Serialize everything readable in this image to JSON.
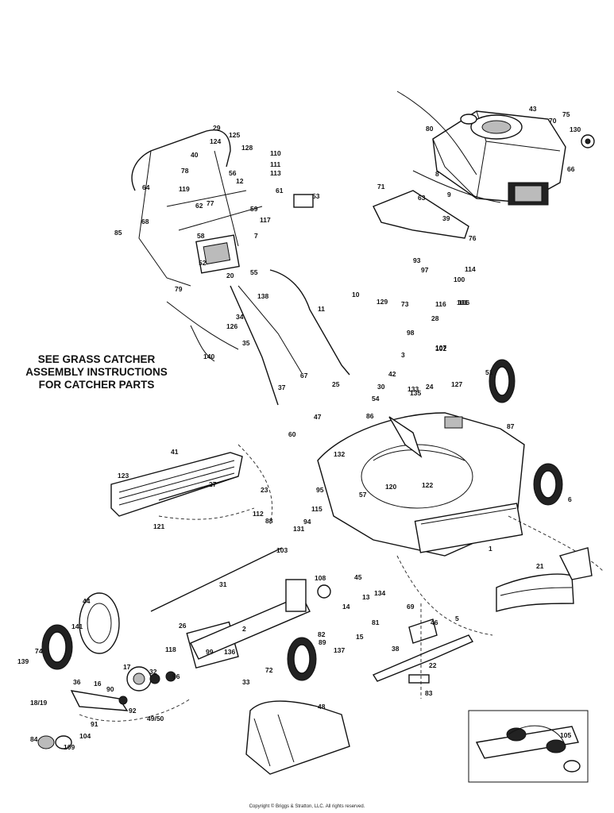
{
  "note": {
    "line1": "SEE GRASS CATCHER",
    "line2": "ASSEMBLY INSTRUCTIONS",
    "line3": "FOR CATCHER PARTS"
  },
  "copyright": "Copyright © Briggs & Stratton, LLC. All rights reserved.",
  "callouts": [
    "1",
    "2",
    "3",
    "5",
    "6",
    "7",
    "8",
    "9",
    "10",
    "11",
    "12",
    "13",
    "14",
    "15",
    "16",
    "17",
    "18/19",
    "20",
    "21",
    "22",
    "23",
    "24",
    "25",
    "26",
    "27",
    "28",
    "29",
    "30",
    "31",
    "32",
    "33",
    "34",
    "35",
    "36",
    "37",
    "38",
    "39",
    "40",
    "41",
    "42",
    "43",
    "44",
    "45",
    "46",
    "47",
    "48",
    "49/50",
    "51",
    "52",
    "53",
    "54",
    "55",
    "56",
    "57",
    "58",
    "59",
    "60",
    "61",
    "62",
    "63",
    "64",
    "66",
    "67",
    "68",
    "69",
    "70",
    "71",
    "72",
    "73",
    "74",
    "75",
    "76",
    "77",
    "78",
    "79",
    "80",
    "81",
    "82",
    "83",
    "84",
    "85",
    "86",
    "87",
    "88",
    "89",
    "90",
    "91",
    "92",
    "93",
    "94",
    "95",
    "96",
    "97",
    "98",
    "99",
    "100",
    "101",
    "102",
    "103",
    "104",
    "105",
    "106",
    "107",
    "108",
    "109",
    "110",
    "111",
    "112",
    "113",
    "114",
    "115",
    "116",
    "117",
    "118",
    "119",
    "120",
    "121",
    "122",
    "123",
    "124",
    "125",
    "126",
    "127",
    "128",
    "129",
    "130",
    "131",
    "132",
    "133",
    "134",
    "135",
    "136",
    "137",
    "138",
    "139",
    "140",
    "141"
  ]
}
